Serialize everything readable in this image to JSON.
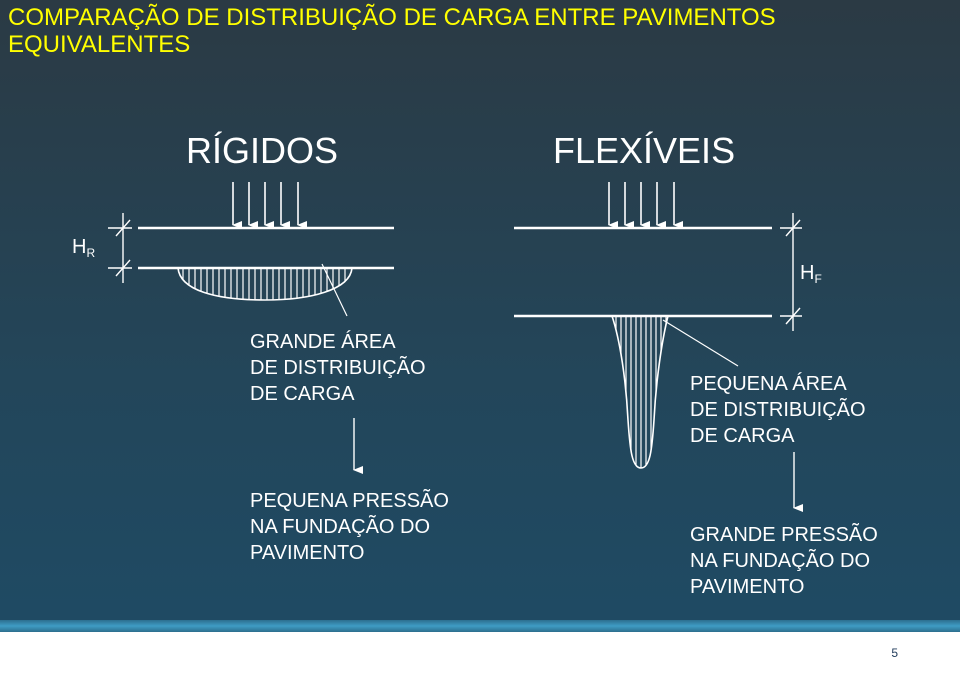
{
  "title": "COMPARAÇÃO DE DISTRIBUIÇÃO DE CARGA ENTRE PAVIMENTOS EQUIVALENTES",
  "rigid": {
    "heading": "RÍGIDOS",
    "thickness_symbol": "H",
    "thickness_subscript": "R",
    "distribution_label": [
      "GRANDE ÁREA",
      "DE DISTRIBUIÇÃO",
      "DE CARGA"
    ],
    "pressure_label": [
      "PEQUENA PRESSÃO",
      "NA FUNDAÇÃO DO",
      "PAVIMENTO"
    ]
  },
  "flexible": {
    "heading": "FLEXÍVEIS",
    "thickness_symbol": "H",
    "thickness_subscript": "F",
    "distribution_label": [
      "PEQUENA ÁREA",
      "DE DISTRIBUIÇÃO",
      "DE CARGA"
    ],
    "pressure_label": [
      "GRANDE PRESSÃO",
      "NA FUNDAÇÃO DO",
      "PAVIMENTO"
    ]
  },
  "page_number": "5"
}
